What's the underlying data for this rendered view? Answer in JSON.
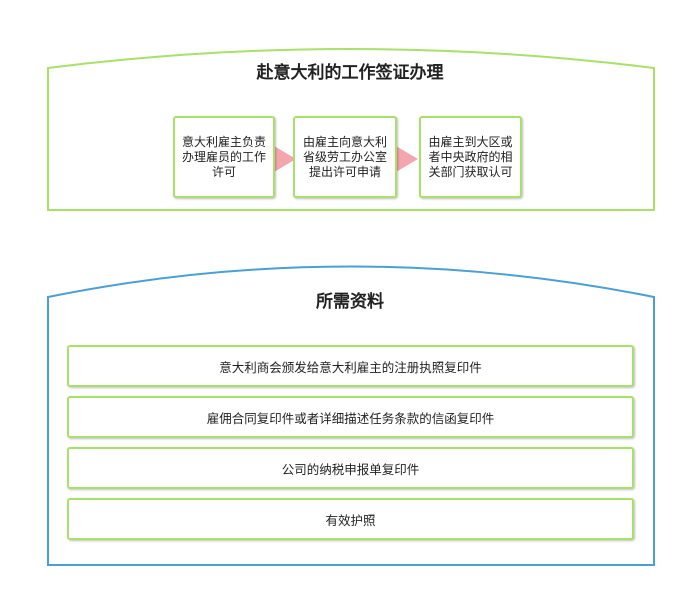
{
  "process": {
    "title": "赴意大利的工作签证办理",
    "steps": [
      "意大利雇主负责办理雇员的工作许可",
      "由雇主向意大利省级劳工办公室提出许可申请",
      "由雇主到大区或者中央政府的相关部门获取认可"
    ]
  },
  "requirements": {
    "title": "所需资料",
    "items": [
      "意大利商会颁发给意大利雇主的注册执照复印件",
      "雇佣合同复印件或者详细描述任务条款的信函复印件",
      "公司的纳税申报单复印件",
      "有效护照"
    ]
  },
  "colors": {
    "top_border": "#a8e06a",
    "bottom_border": "#4a9fd6",
    "box_border": "#a8e06a",
    "arrow": "#f4a6ae"
  }
}
